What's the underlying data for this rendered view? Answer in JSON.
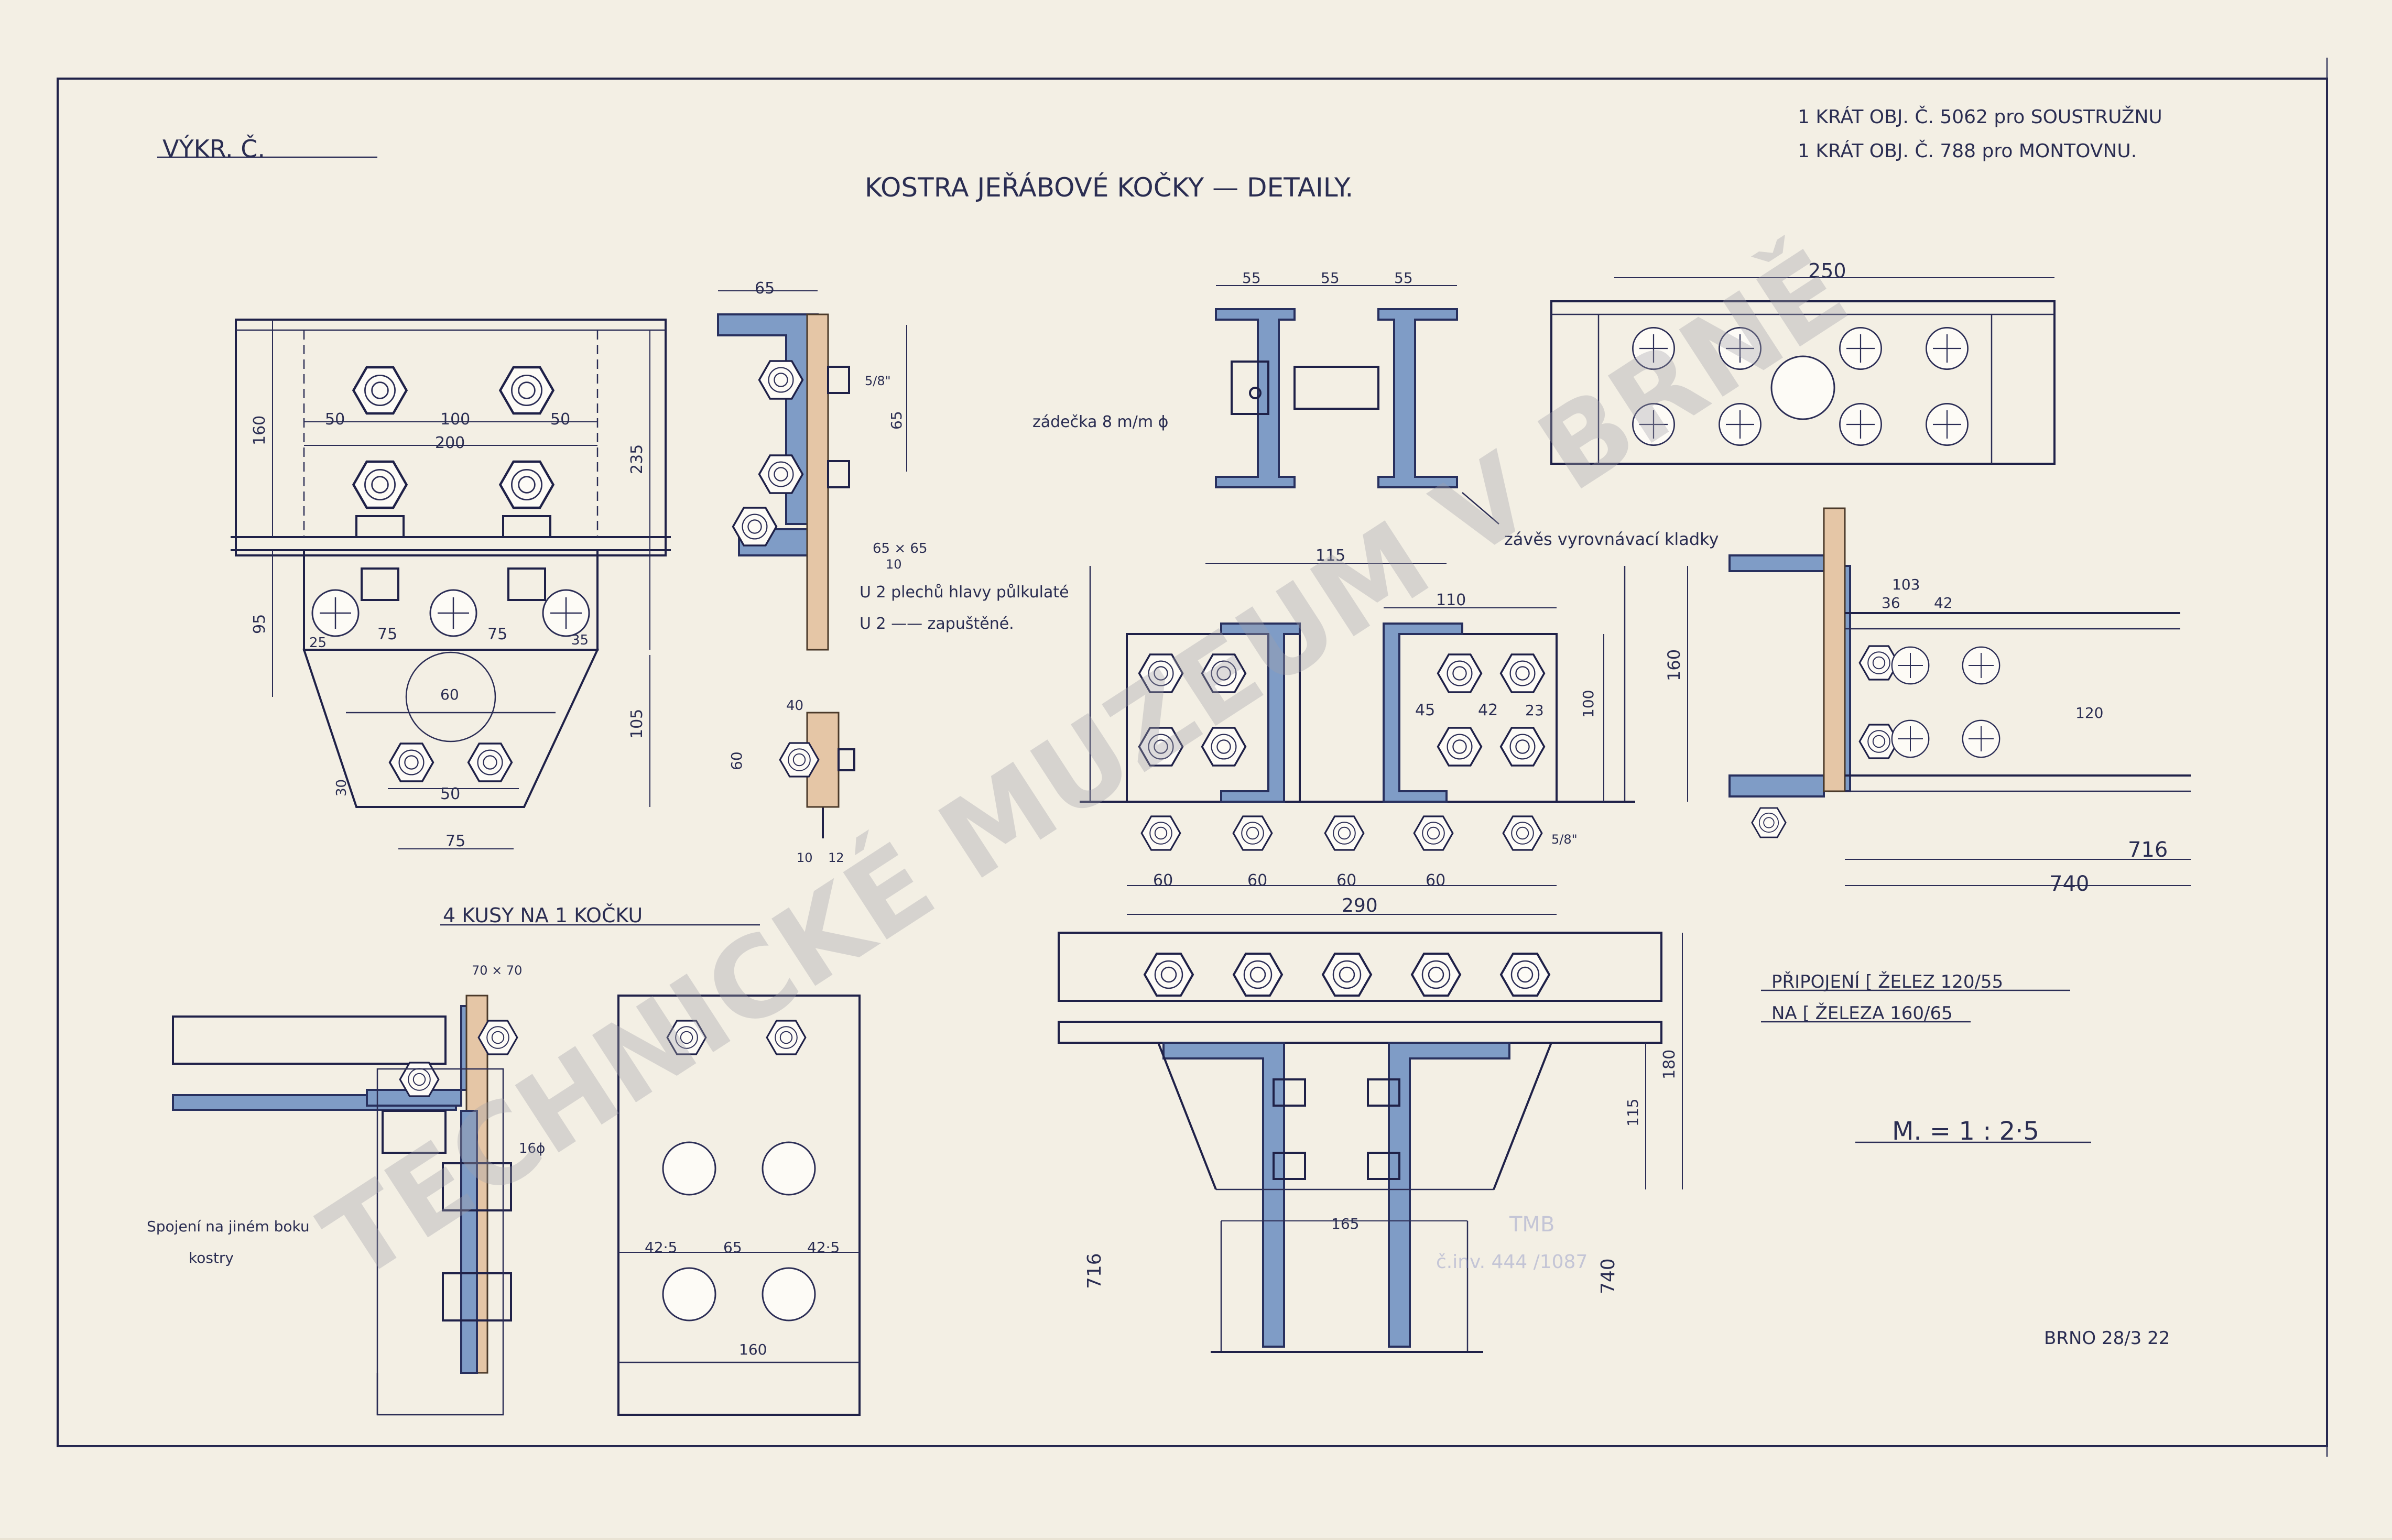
{
  "header": {
    "drawing_no_label": "VÝKR. Č.",
    "title": "KOSTRA JEŘÁBOVÉ KOČKY — DETAILY.",
    "order_line_1": "1 KRÁT  OBJ. Č.  5062  pro SOUSTRUŽNU",
    "order_line_2": "1 KRÁT  OBJ. Č.  788  pro MONTOVNU."
  },
  "notes": {
    "pieces": "4 KUSY NA 1 KOČKU",
    "connection_title_1": "PŘIPOJENÍ [ ŽELEZ 120/55",
    "connection_title_2": "NA [ ŽELEZA 160/65",
    "scale": "M. = 1 : 2·5",
    "signature": "BRNO 28/3 22",
    "side_joint_1": "Spojení na jiném boku",
    "side_joint_2": "kostry",
    "washer": "závěs vyrovnávací kladky",
    "washer_note": "zádečka 8 m/m ϕ",
    "rivets_note_1": "U 2 plechů hlavy půlkulaté",
    "rivets_note_2": "U 2 —— zapuštěné."
  },
  "watermark": "TECHNICKÉ MUZEUM V BRNĚ",
  "dimensions": {
    "d_250": "250",
    "d_55a": "55",
    "d_55b": "55",
    "d_55c": "55",
    "d_65": "65",
    "d_160": "160",
    "d_50a": "50",
    "d_100": "100",
    "d_50b": "50",
    "d_200": "200",
    "d_235": "235",
    "d_95": "95",
    "d_25": "25",
    "d_75a": "75",
    "d_75b": "75",
    "d_35": "35",
    "d_60": "60",
    "d_105": "105",
    "d_30": "30",
    "d_50c": "50",
    "d_75c": "75",
    "d_115": "115",
    "d_110": "110",
    "d_45": "45",
    "d_42": "42",
    "d_23": "23",
    "d_290": "290",
    "d_60a": "60",
    "d_60b": "60",
    "d_60c": "60",
    "d_60d": "60",
    "d_103": "103",
    "d_36": "36",
    "d_42b": "42",
    "d_716": "716",
    "d_740": "740",
    "d_180": "180",
    "d_165": "165",
    "d_716b": "716",
    "d_740b": "740",
    "d_160b": "160",
    "d_425a": "42·5",
    "d_65b": "65",
    "d_425b": "42·5",
    "d_120": "120",
    "d_58": "5/8\"",
    "d_10": "10",
    "d_12": "12",
    "d_40": "40",
    "angle_65": "65 × 65",
    "angle_10": "10",
    "d_70": "70 × 70",
    "d_16": "16ϕ"
  },
  "stamp": {
    "line_1": "TMB",
    "line_2": "č.inv. 444 /1087"
  }
}
